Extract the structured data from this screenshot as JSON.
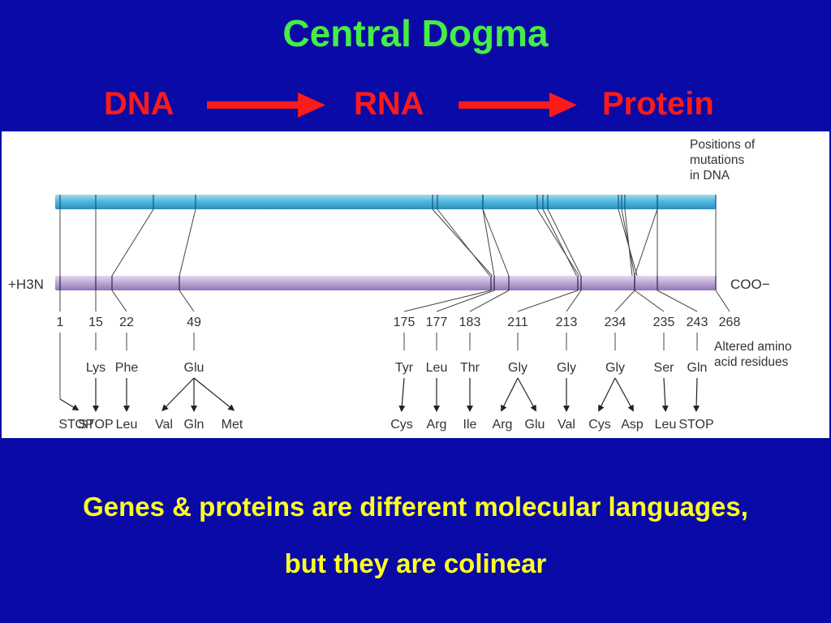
{
  "slide": {
    "title": "Central Dogma",
    "flow": {
      "dna": "DNA",
      "rna": "RNA",
      "protein": "Protein"
    },
    "caption_line1": "Genes & proteins are different molecular languages,",
    "caption_line2": "but they are colinear",
    "colors": {
      "background": "#0a0aa6",
      "title": "#44ee44",
      "flow": "#ff1a1a",
      "caption": "#ffff22"
    }
  },
  "figure": {
    "dna_label": "Positions of mutations in DNA",
    "dna_label_lines": [
      "Positions of",
      "mutations",
      "in DNA"
    ],
    "n_terminus": "+H3N",
    "c_terminus": "COO−",
    "altered_label_lines": [
      "Altered amino",
      "acid residues"
    ],
    "positions": [
      {
        "num": "1",
        "wild": "",
        "mutants": [
          "STOP"
        ]
      },
      {
        "num": "15",
        "wild": "Lys",
        "mutants": [
          "STOP"
        ]
      },
      {
        "num": "22",
        "wild": "Phe",
        "mutants": [
          "Leu"
        ]
      },
      {
        "num": "49",
        "wild": "Glu",
        "mutants": [
          "Val",
          "Gln",
          "Met"
        ]
      },
      {
        "num": "175",
        "wild": "Tyr",
        "mutants": [
          "Cys"
        ]
      },
      {
        "num": "177",
        "wild": "Leu",
        "mutants": [
          "Arg"
        ]
      },
      {
        "num": "183",
        "wild": "Thr",
        "mutants": [
          "Ile"
        ]
      },
      {
        "num": "211",
        "wild": "Gly",
        "mutants": [
          "Arg",
          "Glu"
        ]
      },
      {
        "num": "213",
        "wild": "Gly",
        "mutants": [
          "Val"
        ]
      },
      {
        "num": "234",
        "wild": "Gly",
        "mutants": [
          "Cys",
          "Asp"
        ]
      },
      {
        "num": "235",
        "wild": "Ser",
        "mutants": [
          "Leu"
        ]
      },
      {
        "num": "243",
        "wild": "Gln",
        "mutants": [
          "STOP"
        ]
      },
      {
        "num": "268",
        "wild": "",
        "mutants": []
      }
    ]
  }
}
